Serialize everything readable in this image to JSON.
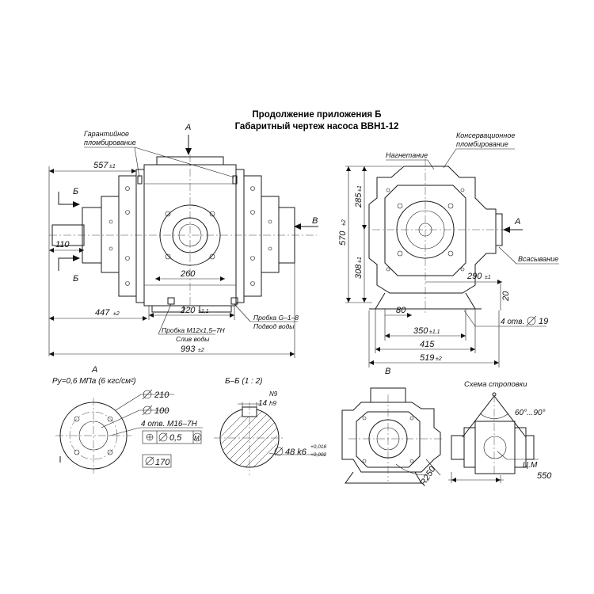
{
  "title": {
    "line1": "Продолжение приложения Б",
    "line2": "Габаритный чертеж насоса ВВН1-12"
  },
  "callouts": {
    "warranty_seal": [
      "Гарантийное",
      "пломбирование"
    ],
    "conservation_seal": [
      "Консервационное",
      "пломбирование"
    ],
    "discharge": "Нагнетание",
    "suction": "Всасывание",
    "plug_drain": [
      "Пробка M12x1,5–7H",
      "Слив воды"
    ],
    "plug_supply": [
      "Пробка G–1–8",
      "Подвод воды"
    ]
  },
  "view_labels": {
    "a_top": "А",
    "a_right": "А",
    "v_side": "В",
    "b_top": "Б",
    "b_bottom": "Б",
    "section_a": "А",
    "section_bb": "Б–Б  (1 : 2)",
    "view_v": "В",
    "sling": "Схема строповки"
  },
  "dimensions": {
    "d557": "557",
    "d557_tol": "±1",
    "d110": "110",
    "d260": "260",
    "d220": "220",
    "d220_tol": "±1,1",
    "d447": "447",
    "d447_tol": "±2",
    "d993": "993",
    "d993_tol": "±2",
    "d570": "570",
    "d570_tol": "±2",
    "d285": "285",
    "d285_tol": "±1",
    "d308": "308",
    "d308_tol": "±1",
    "d290": "290",
    "d290_tol": "±1",
    "d20": "20",
    "d80": "80",
    "holes4": "4 отв.",
    "hole19": "19",
    "d350": "350",
    "d350_tol": "±1,1",
    "d415": "415",
    "d519": "519",
    "d519_tol": "±2",
    "pressure": "Pу=0,6 МПа (6 кгс/см²)",
    "dia210": "210",
    "dia100": "100",
    "holes_m16": "4 отв. М16–7Н",
    "tol_05": "0,5",
    "tol_m": "M",
    "dia170": "170",
    "key_n9": "N9",
    "key_14": "14",
    "key_h9": "h9",
    "shaft48": "48 k6",
    "shaft_up": "+0,018",
    "shaft_lo": "+0,002",
    "r250": "R250",
    "angle": "60°...90°",
    "cm": "Ц.М",
    "d550": "550"
  }
}
